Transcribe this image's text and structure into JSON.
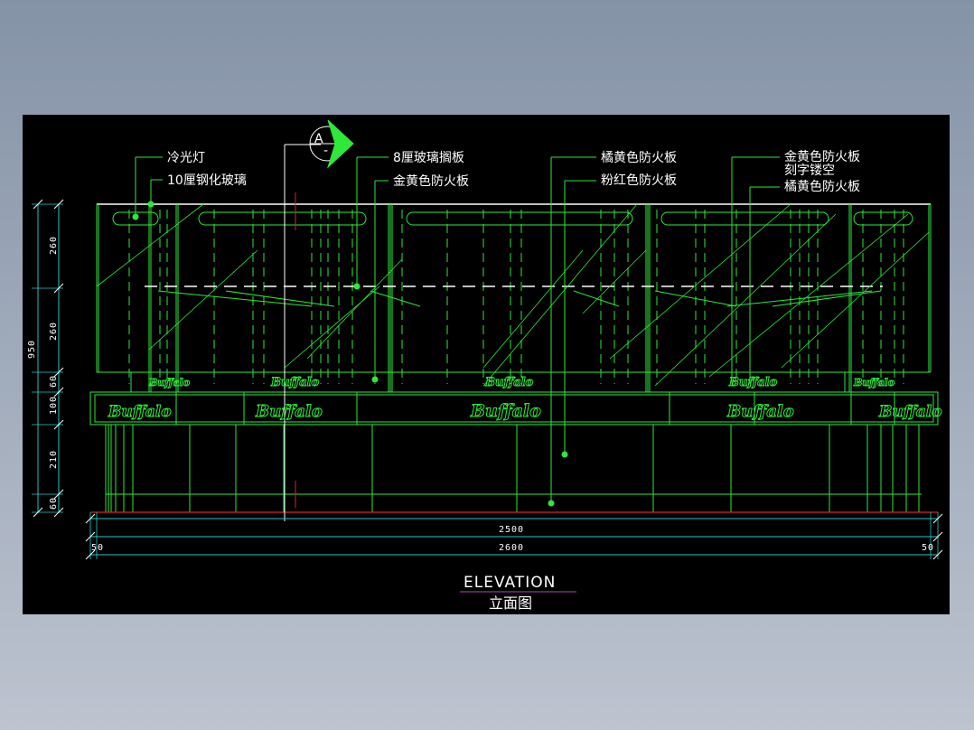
{
  "section_marker": {
    "letter": "A",
    "sub": "-"
  },
  "labels": {
    "cold_light": "冷光灯",
    "tempered_glass": "10厘钢化玻璃",
    "glass_shelf": "8厘玻璃搁板",
    "gold_board_1": "金黄色防火板",
    "orange_board_1": "橘黄色防火板",
    "pink_board": "粉红色防火板",
    "gold_board_2": "金黄色防火板",
    "carved_hollow": "刻字镂空",
    "orange_board_2": "橘黄色防火板"
  },
  "dimensions": {
    "vertical": {
      "total": "950",
      "d1": "260",
      "d2": "260",
      "d3": "60",
      "d4": "100",
      "d5": "210",
      "d6": "60"
    },
    "horizontal": {
      "inner": "2500",
      "outer": "2600",
      "left": "50",
      "right": "50"
    }
  },
  "brand": "Buffalo",
  "title": {
    "en": "ELEVATION",
    "zh": "立面图"
  },
  "colors": {
    "background": "#000000",
    "lines": "#2ee83a",
    "text": "#ffffff",
    "dim_lines": "#25c8c8",
    "accent_red": "#e0202a",
    "title_underline": "#c040c0"
  }
}
